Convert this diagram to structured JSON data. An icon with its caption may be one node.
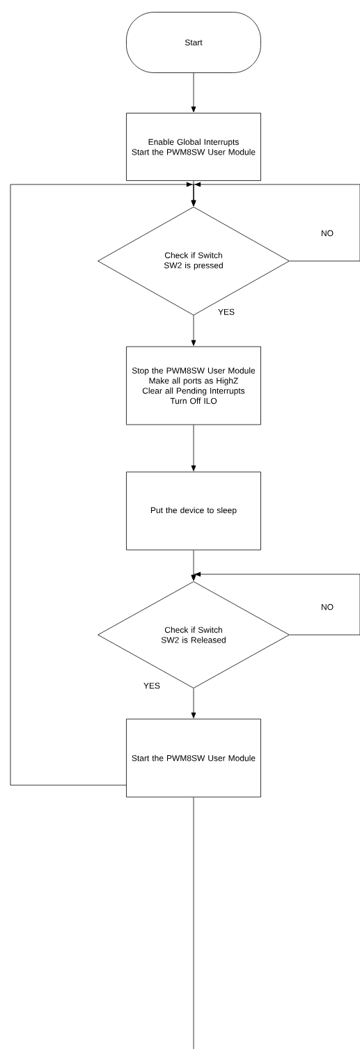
{
  "diagram": {
    "nodes": [
      {
        "text": [
          "Start"
        ]
      },
      {
        "text": [
          "Enable Global Interrupts",
          "Start the PWM8SW User Module"
        ]
      },
      {
        "text": [
          "Check if Switch SW2 is pressed"
        ]
      },
      {
        "text": [
          "Stop the PWM8SW User Module",
          "Make all ports as HighZ",
          "Clear all Pending Interrupts",
          "Turn Off ILO"
        ]
      },
      {
        "text": [
          "Put the device to sleep"
        ]
      },
      {
        "text": [
          "Check if Switch SW2 is Released"
        ]
      },
      {
        "text": [
          "Start the PWM8SW User Module"
        ]
      }
    ],
    "edges": [
      {
        "from": 0,
        "to": 1,
        "arrow": "to"
      },
      {
        "from": 1,
        "to": 2,
        "arrow": "to"
      },
      {
        "from": 2,
        "to": 2,
        "arrow": "to",
        "label": "NO"
      },
      {
        "from": 2,
        "to": 3,
        "arrow": "to",
        "label": "YES"
      },
      {
        "from": 3,
        "to": 4,
        "arrow": "to"
      },
      {
        "from": 4,
        "to": 5,
        "arrow": "to"
      },
      {
        "from": 5,
        "to": 5,
        "arrow": "to",
        "label": "NO"
      },
      {
        "from": 5,
        "to": 6,
        "arrow": "to",
        "label": "YES"
      },
      {
        "from": 6,
        "to": 2,
        "arrow": "to"
      },
      {
        "from": 6,
        "to": null,
        "arrow": "none"
      }
    ]
  }
}
